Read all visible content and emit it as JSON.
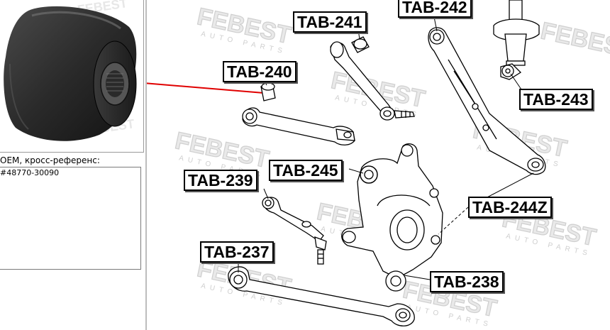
{
  "panel": {
    "xref_label": "ОЕМ, кросс-референс:",
    "xref_value": "#48770-30090"
  },
  "watermark": {
    "brand": "FEBEST",
    "sub": "AUTO PARTS"
  },
  "part_labels": {
    "tab240": "TAB-240",
    "tab241": "TAB-241",
    "tab242": "TAB-242",
    "tab243": "TAB-243",
    "tab244z": "TAB-244Z",
    "tab245": "TAB-245",
    "tab239": "TAB-239",
    "tab237": "TAB-237",
    "tab238": "TAB-238"
  },
  "colors": {
    "highlight_line": "#e00000",
    "line_art": "#000000",
    "watermark": "#c8c8c8"
  }
}
